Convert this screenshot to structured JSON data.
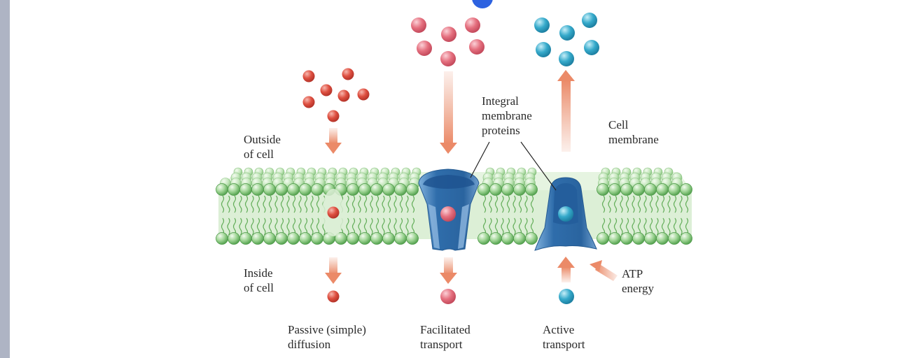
{
  "labels": {
    "outside": [
      "Outside",
      "of cell"
    ],
    "inside": [
      "Inside",
      "of cell"
    ],
    "integral": [
      "Integral",
      "membrane",
      "proteins"
    ],
    "cell_membrane": [
      "Cell",
      "membrane"
    ],
    "atp": [
      "ATP",
      "energy"
    ],
    "passive": [
      "Passive (simple)",
      "diffusion"
    ],
    "facilitated": [
      "Facilitated",
      "transport"
    ],
    "active": [
      "Active",
      "transport"
    ]
  },
  "colors": {
    "background": "#ffffff",
    "left_strip": "#aeb4c4",
    "scroll_indicator": "#2d62e0",
    "membrane_head": "#8fcf86",
    "membrane_head_edge": "#4f9a4a",
    "membrane_tail": "#6fb865",
    "membrane_fill": "#dcefd6",
    "protein": "#2c6aa8",
    "protein_light": "#6b9fd0",
    "passive_molecule": "#d94a3c",
    "facilitated_molecule": "#e2677a",
    "active_molecule": "#2fa6c8",
    "arrow": "#eb9a7c"
  }
}
